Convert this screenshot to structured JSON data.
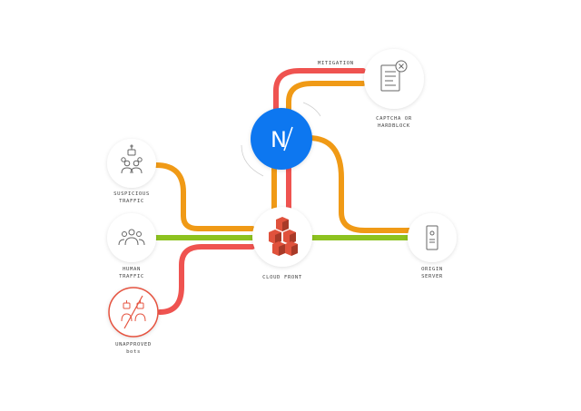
{
  "colors": {
    "orange": "#F09A16",
    "red": "#EF5350",
    "green": "#8DC21F",
    "blue": "#1177F0",
    "aws_red": "#E0523C",
    "aws_dark": "#A83A28",
    "icon_gray": "#666666",
    "alert_red": "#E5533F"
  },
  "nodes": {
    "suspicious": {
      "label_line1": "SUSPICIOUS",
      "label_line2": "TRAFFIC",
      "icon": "suspicious-group-icon"
    },
    "human": {
      "label_line1": "HUMAN",
      "label_line2": "TRAFFIC",
      "icon": "people-group-icon"
    },
    "unapproved": {
      "label_line1": "UNAPPROVED",
      "label_line2": "bots",
      "icon": "blocked-bots-icon"
    },
    "cloudfront": {
      "label": "CLOUD FRONT",
      "icon": "aws-cubes-icon"
    },
    "netacea": {
      "logo_text": "N",
      "icon": "netacea-logo"
    },
    "captcha": {
      "label_line1": "CAPTCHA OR",
      "label_line2": "HARDBLOCK",
      "icon": "document-x-icon"
    },
    "origin": {
      "label_line1": "ORIGIN",
      "label_line2": "SERVER",
      "icon": "server-icon"
    }
  },
  "annotations": {
    "mitigation": "MITIGATION"
  }
}
